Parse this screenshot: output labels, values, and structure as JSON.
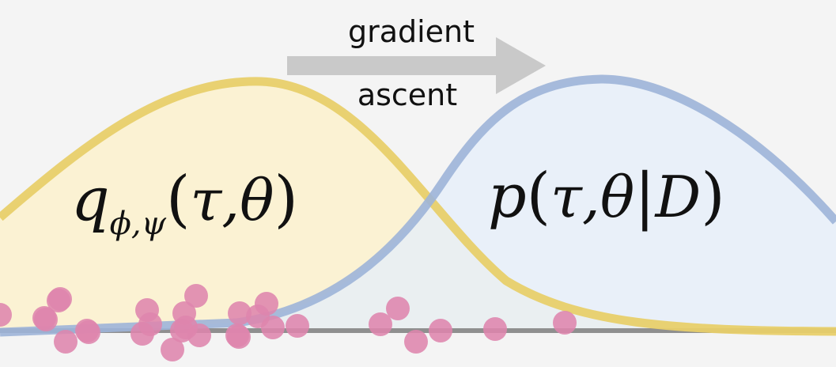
{
  "arrow": {
    "label_line1": "gradient",
    "label_line2": "ascent",
    "color": "#c9c9c9"
  },
  "q_distribution": {
    "symbol": "q",
    "subscript": "ϕ,ψ",
    "open_paren": "(",
    "args": "τ,θ",
    "close_paren": ")",
    "stroke": "#e8cf6a",
    "fill": "#fcf2cf"
  },
  "p_distribution": {
    "symbol": "p",
    "open_paren": "(",
    "args": "τ,θ",
    "bar": "|",
    "given": "D",
    "close_paren": ")",
    "stroke": "#9db4d8",
    "fill": "#e6eefa"
  },
  "samples": {
    "color": "#de85ad",
    "count": 30
  },
  "baseline_color": "#8f8f8f"
}
